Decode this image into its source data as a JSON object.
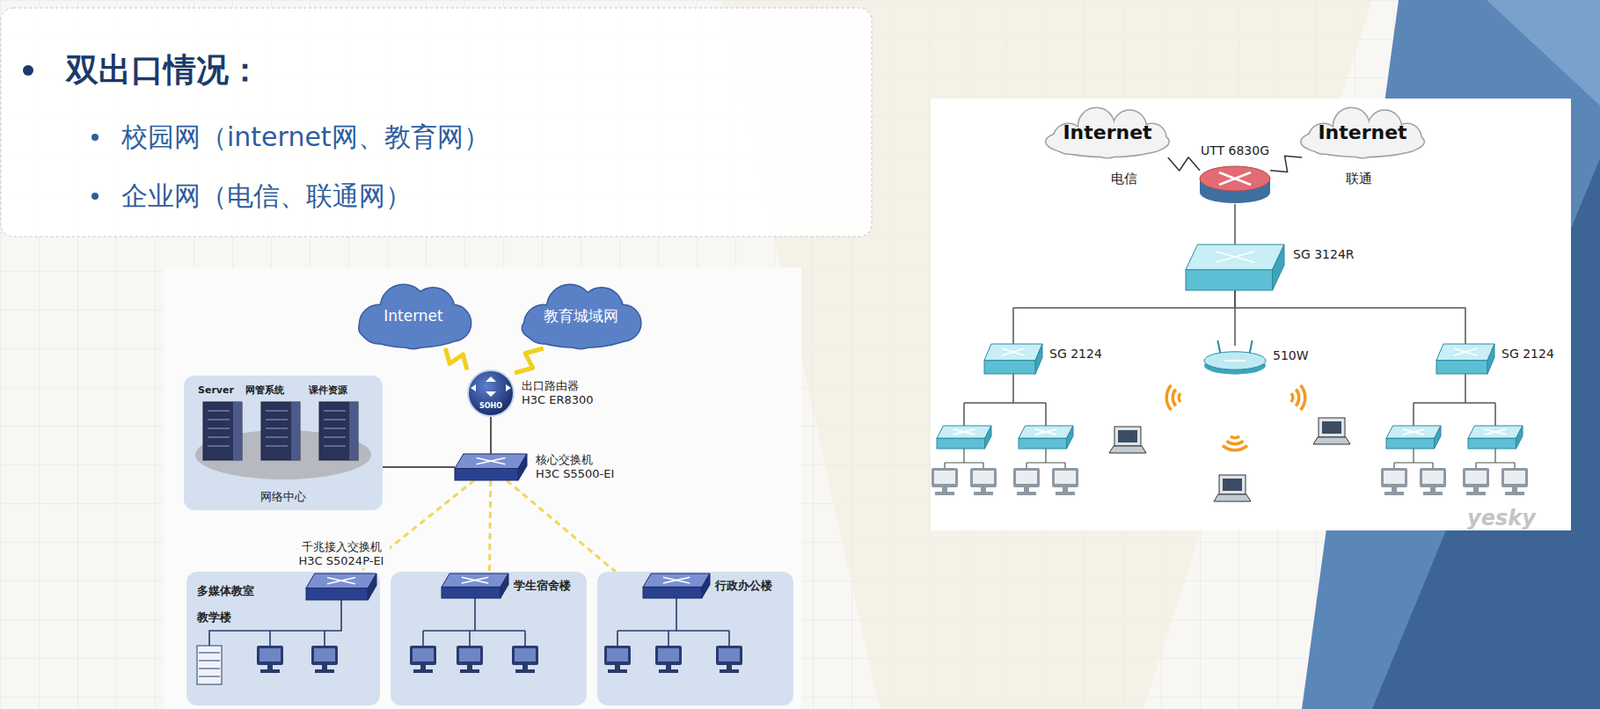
{
  "diagram": {
    "nodes": [
      {
        "text": [
          "双出口情况：",
          "校园网（internet网、教育网）",
          "企业网（电信、联通网）"
        ]
      },
      {
        "text": [
          "Internet"
        ]
      },
      {
        "text": [
          "教育城域网"
        ]
      },
      {
        "text": [
          "SOHO",
          "出口路由器 H3C ER8300"
        ]
      },
      {
        "text": [
          "核心交换机 H3C S5500-EI"
        ]
      },
      {
        "text": [
          "Server",
          "网管系统",
          "课件资源",
          "网络中心"
        ]
      },
      {
        "text": [
          "多媒体教室",
          "教学楼"
        ]
      },
      {
        "text": [
          "千兆接入交换机 H3C S5024P-EI"
        ],
        "in": 6
      },
      {
        "text": [
          "学生宿舍楼"
        ]
      },
      {
        "text": [
          "行政办公楼"
        ]
      },
      {
        "text": [
          "Internet",
          "电信"
        ]
      },
      {
        "text": [
          "Internet",
          "联通"
        ]
      },
      {
        "text": [
          "UTT 6830G"
        ]
      },
      {
        "text": [
          "SG 3124R"
        ]
      },
      {
        "text": [
          "SG 2124"
        ]
      },
      {
        "text": [
          "510W"
        ]
      },
      {
        "text": [
          "SG 2124"
        ]
      }
    ],
    "edges": [
      {
        "from": 1,
        "to": 3,
        "arrow": "none"
      },
      {
        "from": 2,
        "to": 3,
        "arrow": "none"
      },
      {
        "from": 3,
        "to": 4,
        "arrow": "none"
      },
      {
        "from": 5,
        "to": 4,
        "arrow": "none"
      },
      {
        "from": 4,
        "to": 7,
        "arrow": "none"
      },
      {
        "from": 4,
        "to": 8,
        "arrow": "none"
      },
      {
        "from": 4,
        "to": 9,
        "arrow": "none"
      },
      {
        "from": 10,
        "to": 12,
        "arrow": "none"
      },
      {
        "from": 11,
        "to": 12,
        "arrow": "none"
      },
      {
        "from": 12,
        "to": 13,
        "arrow": "none"
      },
      {
        "from": 13,
        "to": 14,
        "arrow": "none"
      },
      {
        "from": 13,
        "to": 15,
        "arrow": "none"
      },
      {
        "from": 13,
        "to": 16,
        "arrow": "none"
      }
    ],
    "labels": [
      "yesky"
    ]
  }
}
